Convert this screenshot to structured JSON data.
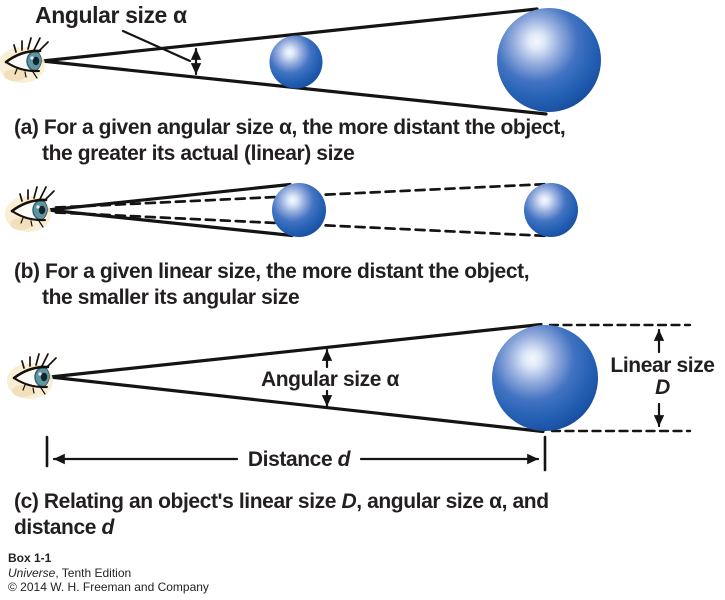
{
  "figure": {
    "type": "textbook-diagram",
    "topic": "Angular size, linear size and distance"
  },
  "colors": {
    "text": "#231f20",
    "line": "#141414",
    "sphere_highlight": "#f5f8fd",
    "sphere_mid": "#3a6fc0",
    "sphere_edge": "#133f8c",
    "iris": "#5d95a3"
  },
  "icons": {
    "eye": "eye-icon",
    "sphere": "sphere-graphic"
  },
  "panel_a": {
    "title": "Angular size α",
    "caption_line1": "(a) For a given angular size α, the more distant the object,",
    "caption_line2": "the greater its actual (linear) size"
  },
  "panel_b": {
    "caption_line1": "(b) For a given linear size, the more distant the object,",
    "caption_line2": "the smaller its angular size"
  },
  "panel_c": {
    "angular_label": "Angular size α",
    "linear_label_line1": "Linear size",
    "linear_label_line2": "D",
    "distance_label_text": "Distance ",
    "distance_label_symbol": "d",
    "caption_line1_pre": "(c) Relating an object's linear size ",
    "caption_line1_D": "D",
    "caption_line1_mid": ", angular size α, and",
    "caption_line2_pre": "distance ",
    "caption_line2_d": "d"
  },
  "credits": {
    "box": "Box 1-1",
    "title_italic": "Universe",
    "title_rest": ", Tenth Edition",
    "copyright": "© 2014 W. H. Freeman and Company"
  }
}
